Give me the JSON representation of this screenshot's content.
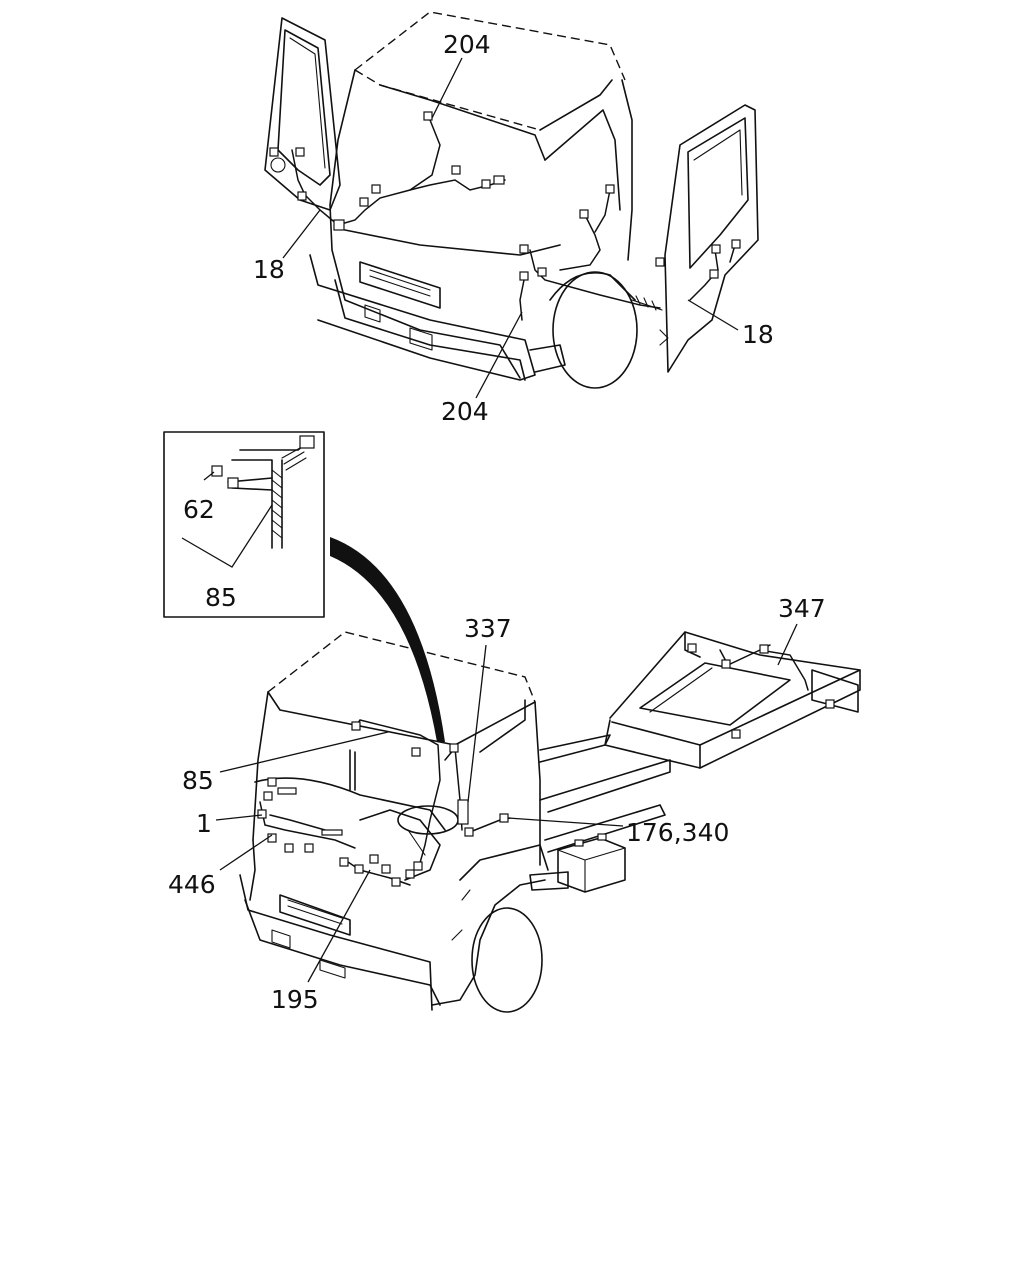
{
  "callouts": {
    "top_204_upper": "204",
    "top_18_left": "18",
    "top_18_right": "18",
    "top_204_lower": "204",
    "inset_62": "62",
    "inset_85": "85",
    "main_337": "337",
    "main_347": "347",
    "main_85": "85",
    "main_1": "1",
    "main_176_340": "176,340",
    "main_446": "446",
    "main_195": "195"
  },
  "colors": {
    "line": "#111111",
    "background": "#ffffff"
  }
}
